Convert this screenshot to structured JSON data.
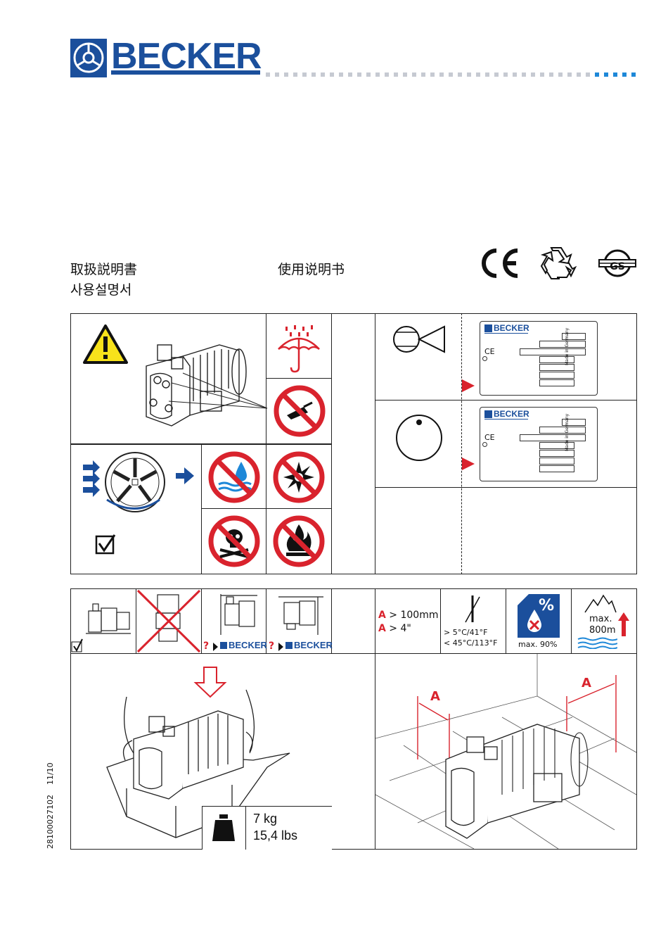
{
  "brand": {
    "name": "BECKER",
    "color": "#1b4f9c"
  },
  "titles": {
    "japanese": "取扱説明書",
    "korean": "사용설명서",
    "chinese": "使用说明书"
  },
  "marks": [
    {
      "name": "ce-mark",
      "text": "CE"
    },
    {
      "name": "recycle-icon"
    },
    {
      "name": "gs-mark-icon"
    }
  ],
  "nameplate": {
    "brand": "BECKER",
    "ce": "CE",
    "made_in": "Made in Germany"
  },
  "install": {
    "clearance": {
      "label": "A",
      "mm": "> 100mm",
      "inch": "> 4\""
    },
    "temperature": {
      "min": "> 5°C/41°F",
      "max": "< 45°C/113°F"
    },
    "humidity": {
      "symbol": "%",
      "max": "max. 90%"
    },
    "altitude": {
      "line1": "max.",
      "line2": "800m"
    },
    "question_mark": "?",
    "dim_label": "A"
  },
  "weight": {
    "kg": "7 kg",
    "lbs": "15,4 lbs"
  },
  "document": {
    "code": "28100027102",
    "date": "11/10"
  }
}
